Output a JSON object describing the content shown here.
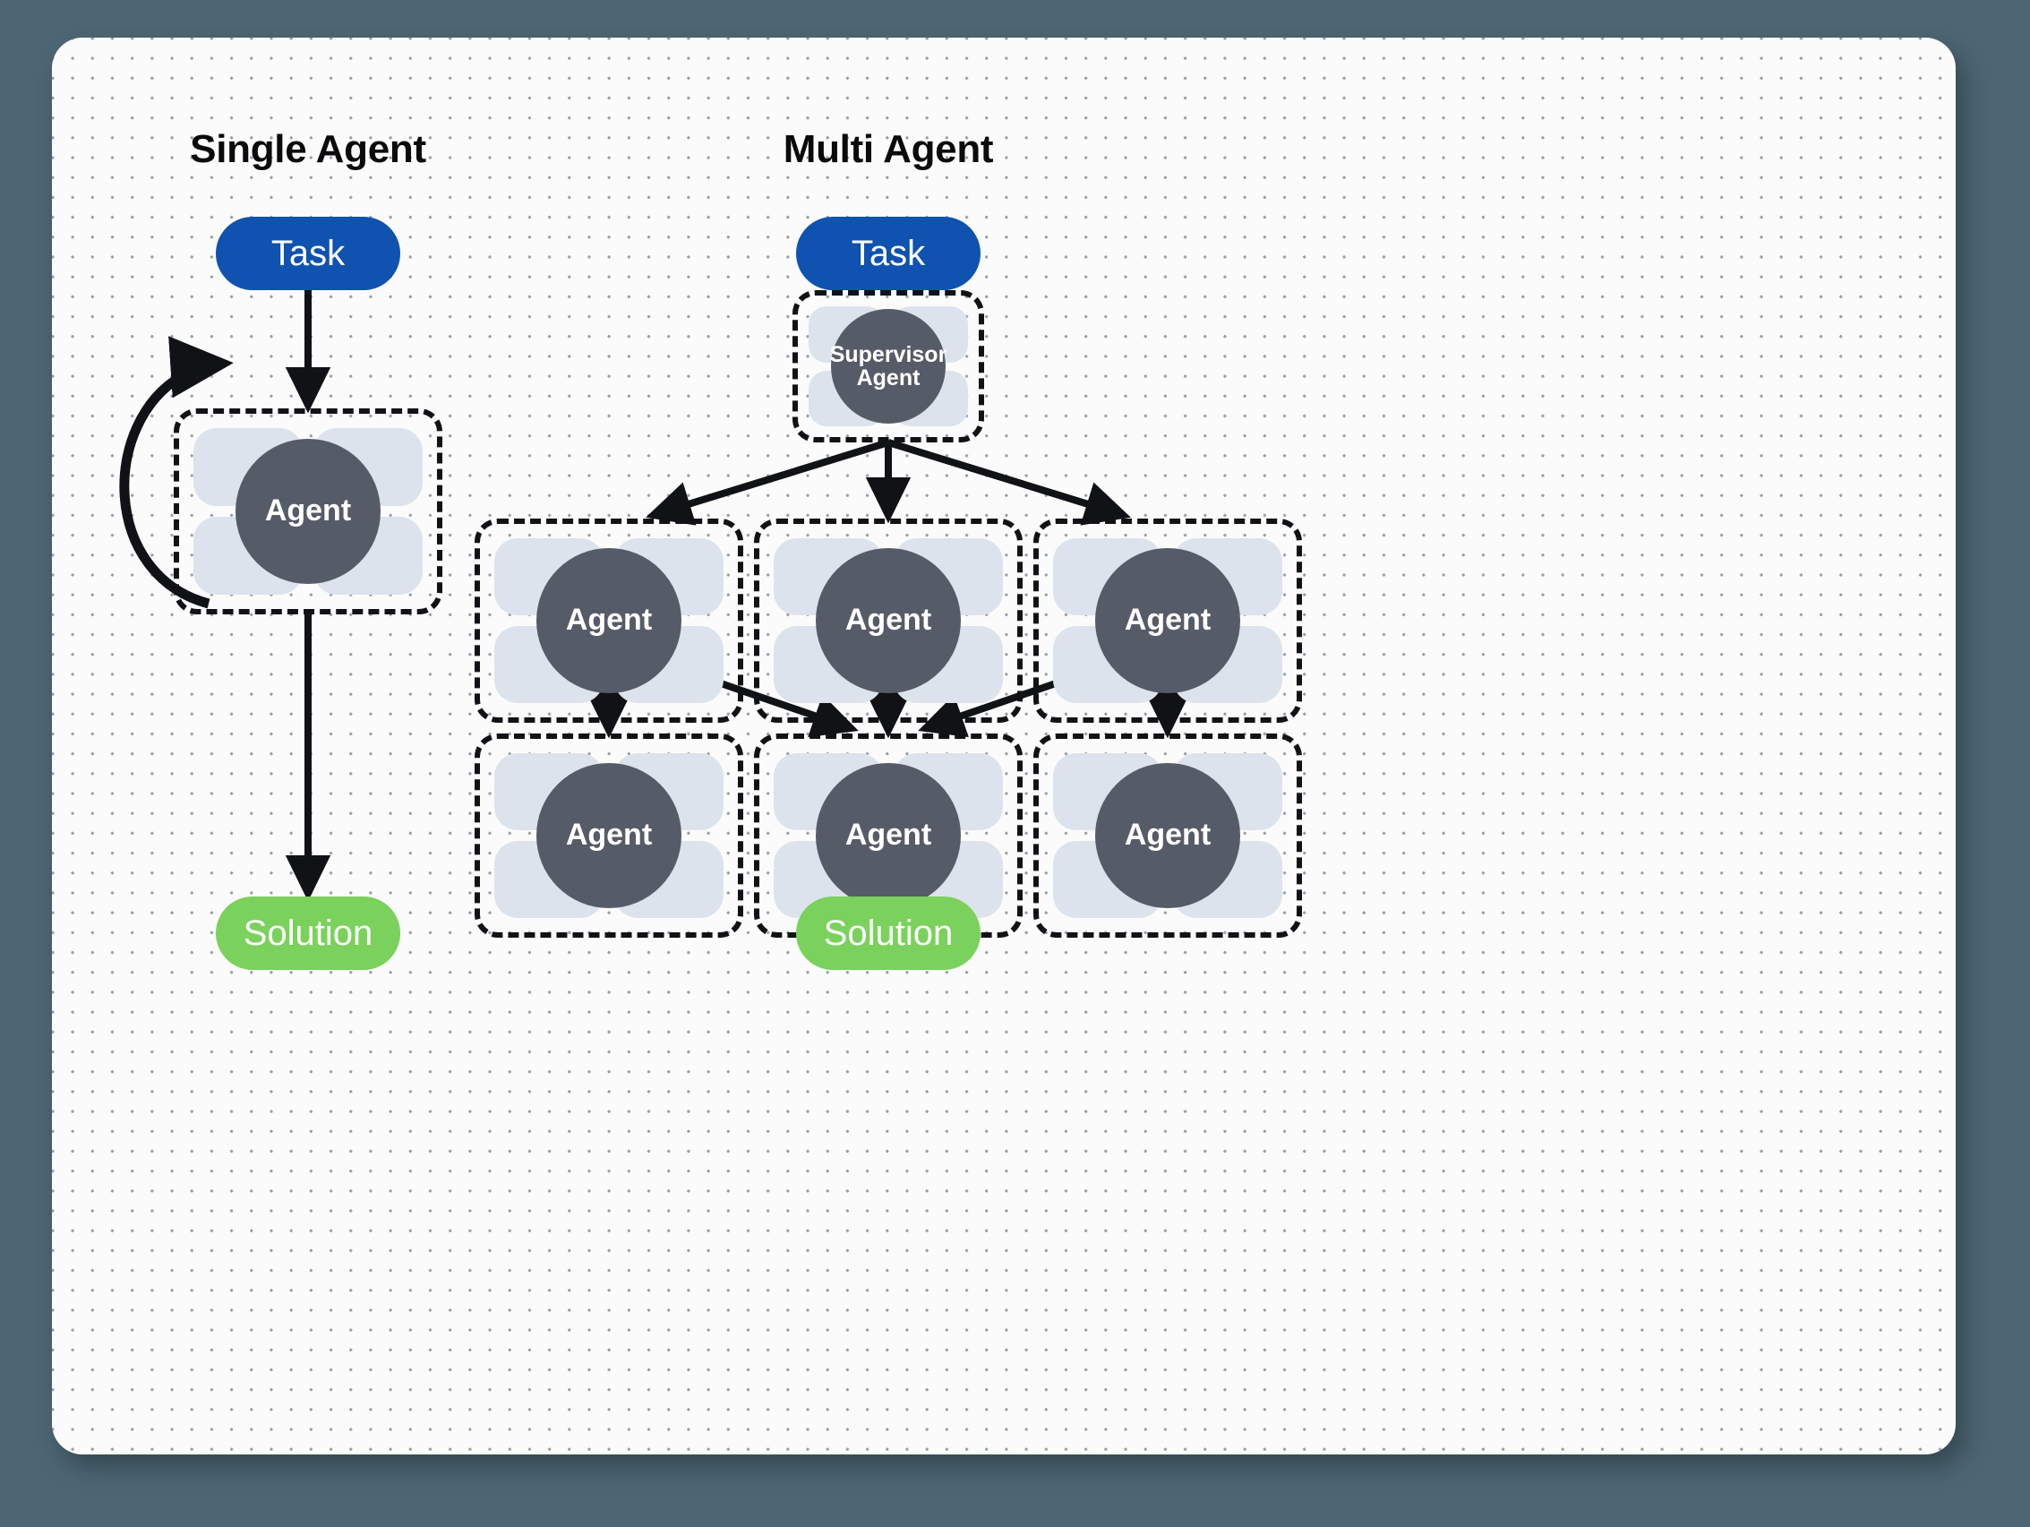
{
  "canvas": {
    "page_background": "#4d6673",
    "card_background": "#fbfbfb",
    "dot_grid_color": "#9aa0a8"
  },
  "palette": {
    "task_blue": "#0f52b0",
    "solution_green": "#7ad15b",
    "agent_circle": "#565b68",
    "petal_blue_gray": "#dde3ec",
    "connector_black": "#111215",
    "title_black": "#0b0b0d"
  },
  "columns": [
    {
      "id": "single-agent",
      "title": "Single Agent",
      "nodes": {
        "task": {
          "label": "Task"
        },
        "agent": {
          "label": "Agent"
        },
        "solution": {
          "label": "Solution"
        }
      },
      "edges": [
        {
          "from": "task",
          "to": "agent",
          "type": "straight-down"
        },
        {
          "from": "agent",
          "to": "agent",
          "type": "self-loop"
        },
        {
          "from": "agent",
          "to": "solution",
          "type": "straight-down"
        }
      ]
    },
    {
      "id": "multi-agent",
      "title": "Multi Agent",
      "nodes": {
        "task": {
          "label": "Task"
        },
        "supervisor": {
          "label_line1": "Supervisor",
          "label_line2": "Agent"
        },
        "row1": [
          {
            "label": "Agent"
          },
          {
            "label": "Agent"
          },
          {
            "label": "Agent"
          }
        ],
        "row2": [
          {
            "label": "Agent"
          },
          {
            "label": "Agent"
          },
          {
            "label": "Agent"
          }
        ],
        "solution": {
          "label": "Solution"
        }
      },
      "edges": [
        {
          "from": "task",
          "to": "supervisor",
          "type": "straight-down"
        },
        {
          "from": "supervisor",
          "to": "row1.0",
          "type": "fan-out-left"
        },
        {
          "from": "supervisor",
          "to": "row1.1",
          "type": "straight-down"
        },
        {
          "from": "supervisor",
          "to": "row1.2",
          "type": "fan-out-right"
        },
        {
          "from": "row1.0",
          "to": "row2.0",
          "type": "straight-down"
        },
        {
          "from": "row1.0",
          "to": "row2.1",
          "type": "diagonal-right"
        },
        {
          "from": "row1.1",
          "to": "row2.1",
          "type": "straight-down"
        },
        {
          "from": "row1.2",
          "to": "row2.1",
          "type": "diagonal-left"
        },
        {
          "from": "row1.2",
          "to": "row2.2",
          "type": "straight-down"
        },
        {
          "from": "row2.1",
          "to": "solution",
          "type": "straight-down"
        }
      ]
    }
  ]
}
